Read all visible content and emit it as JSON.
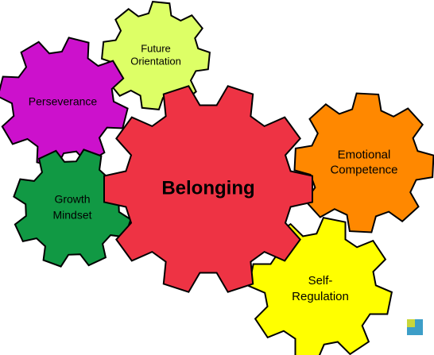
{
  "diagram": {
    "gears": [
      {
        "id": "belonging",
        "lines": [
          "Belonging"
        ],
        "color": "#ee3344",
        "emphasis": true
      },
      {
        "id": "future-orientation",
        "lines": [
          "Future",
          "Orientation"
        ],
        "color": "#ddff66"
      },
      {
        "id": "perseverance",
        "lines": [
          "Perseverance"
        ],
        "color": "#cc11cc"
      },
      {
        "id": "emotional-competence",
        "lines": [
          "Emotional",
          "Competence"
        ],
        "color": "#ff8800"
      },
      {
        "id": "growth-mindset",
        "lines": [
          "Growth",
          "Mindset"
        ],
        "color": "#119944"
      },
      {
        "id": "self-regulation",
        "lines": [
          "Self-",
          "Regulation"
        ],
        "color": "#ffff00"
      }
    ],
    "logo": {
      "name": "corner-logo-icon",
      "colors": [
        "#c8d63a",
        "#3d9ec8"
      ]
    }
  }
}
